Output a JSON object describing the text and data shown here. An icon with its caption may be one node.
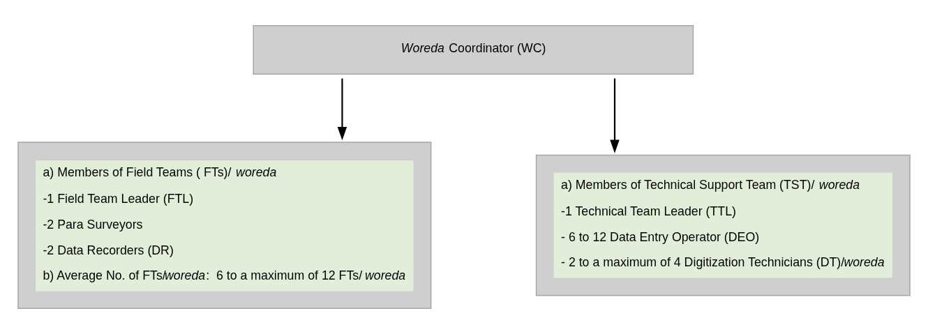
{
  "diagram": {
    "nodes": [
      {
        "text": [
          "*Woreda* Coordinator (WC)"
        ]
      },
      {
        "text": [
          "a) Members of Field Teams ( FTs)/ *woreda*",
          "-1 Field Team Leader (FTL)",
          "-2 Para Surveyors",
          "-2 Data Recorders (DR)",
          "b) Average No. of FTs/*woreda*:  6 to a maximum of 12 FTs/ *woreda*"
        ]
      },
      {
        "text": [
          "a) Members of Technical Support Team (TST)/ *woreda*",
          "-1 Technical Team Leader (TTL)",
          "- 6 to 12 Data Entry Operator (DEO)",
          "- 2 to a maximum of 4 Digitization Technicians (DT)/*woreda*"
        ]
      }
    ],
    "edges": [
      {
        "from": 0,
        "to": 1,
        "arrow": "to"
      },
      {
        "from": 0,
        "to": 2,
        "arrow": "to"
      }
    ]
  }
}
